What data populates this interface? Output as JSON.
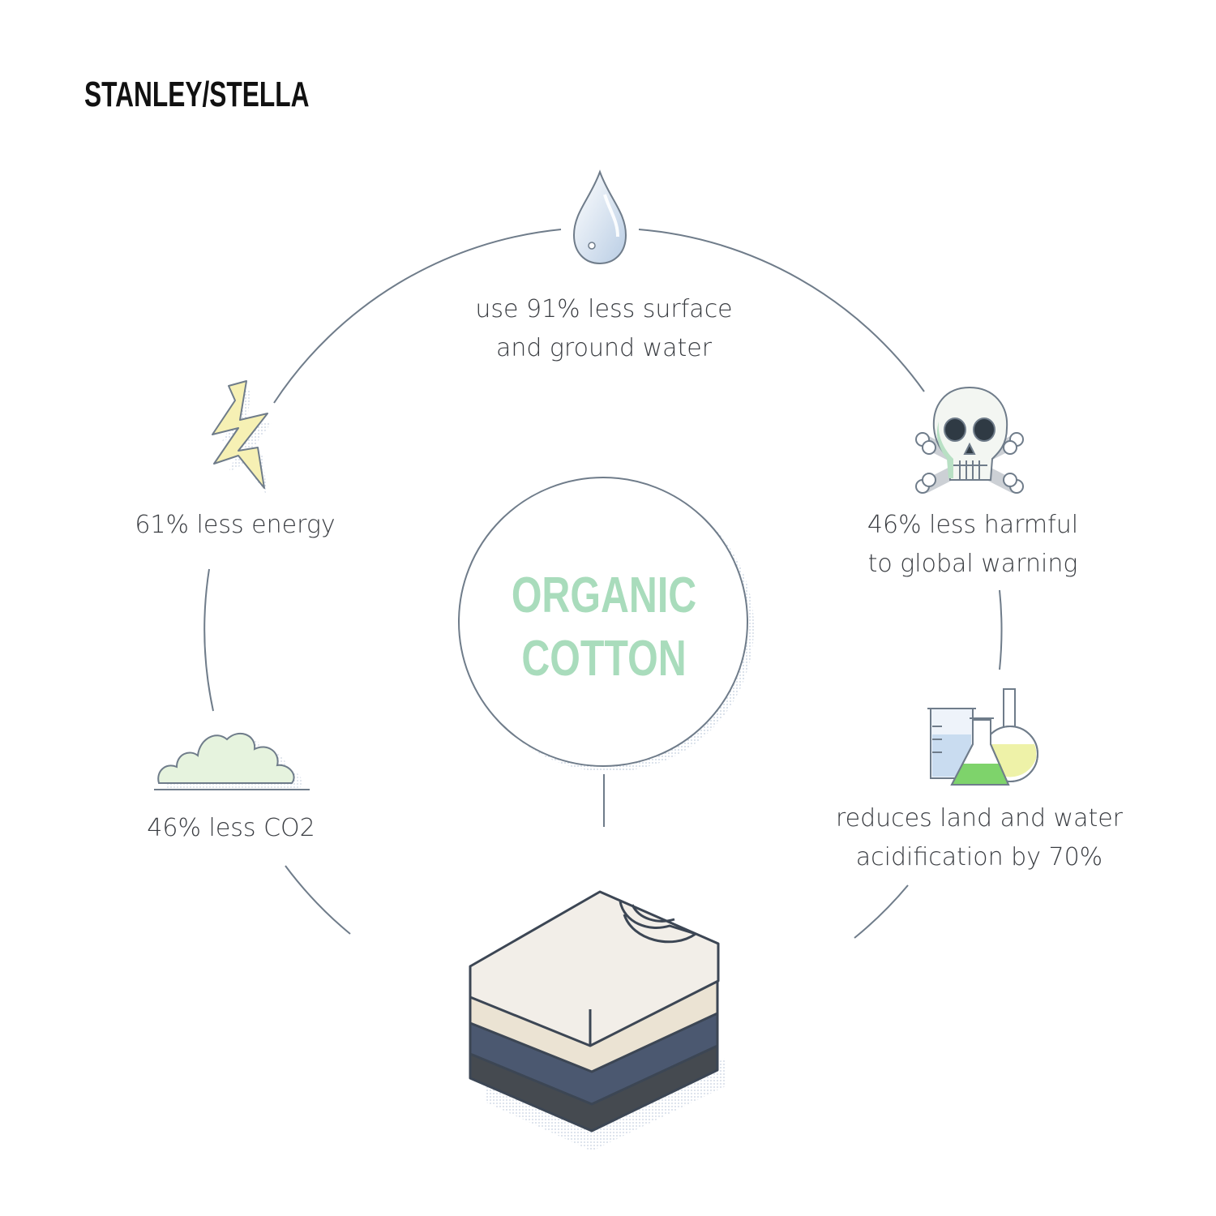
{
  "brand": {
    "name": "STANLEY/STELLA"
  },
  "center": {
    "line1": "ORGANIC",
    "line2": "COTTON"
  },
  "stats": {
    "water": {
      "line1": "use 91% less surface",
      "line2": "and ground water",
      "icon": "water-drop-icon"
    },
    "harmful": {
      "line1": "46% less harmful",
      "line2": "to global warning",
      "icon": "skull-crossbones-icon"
    },
    "acid": {
      "line1": "reduces land and water",
      "line2": "acidification by 70%",
      "icon": "lab-flasks-icon"
    },
    "energy": {
      "line1": "61% less energy",
      "icon": "lightning-bolt-icon"
    },
    "co2": {
      "line1": "46% less CO2",
      "icon": "cloud-icon"
    }
  },
  "product": {
    "icon": "folded-tshirts-icon"
  },
  "colors": {
    "line": "#6f7c8a",
    "accent_green": "#a9dcbc",
    "text": "#3a3d42",
    "shirt_cream": "#f2eee8",
    "shirt_beige": "#ebe3d3",
    "shirt_navy": "#4b5870",
    "shirt_charcoal": "#454a50"
  }
}
